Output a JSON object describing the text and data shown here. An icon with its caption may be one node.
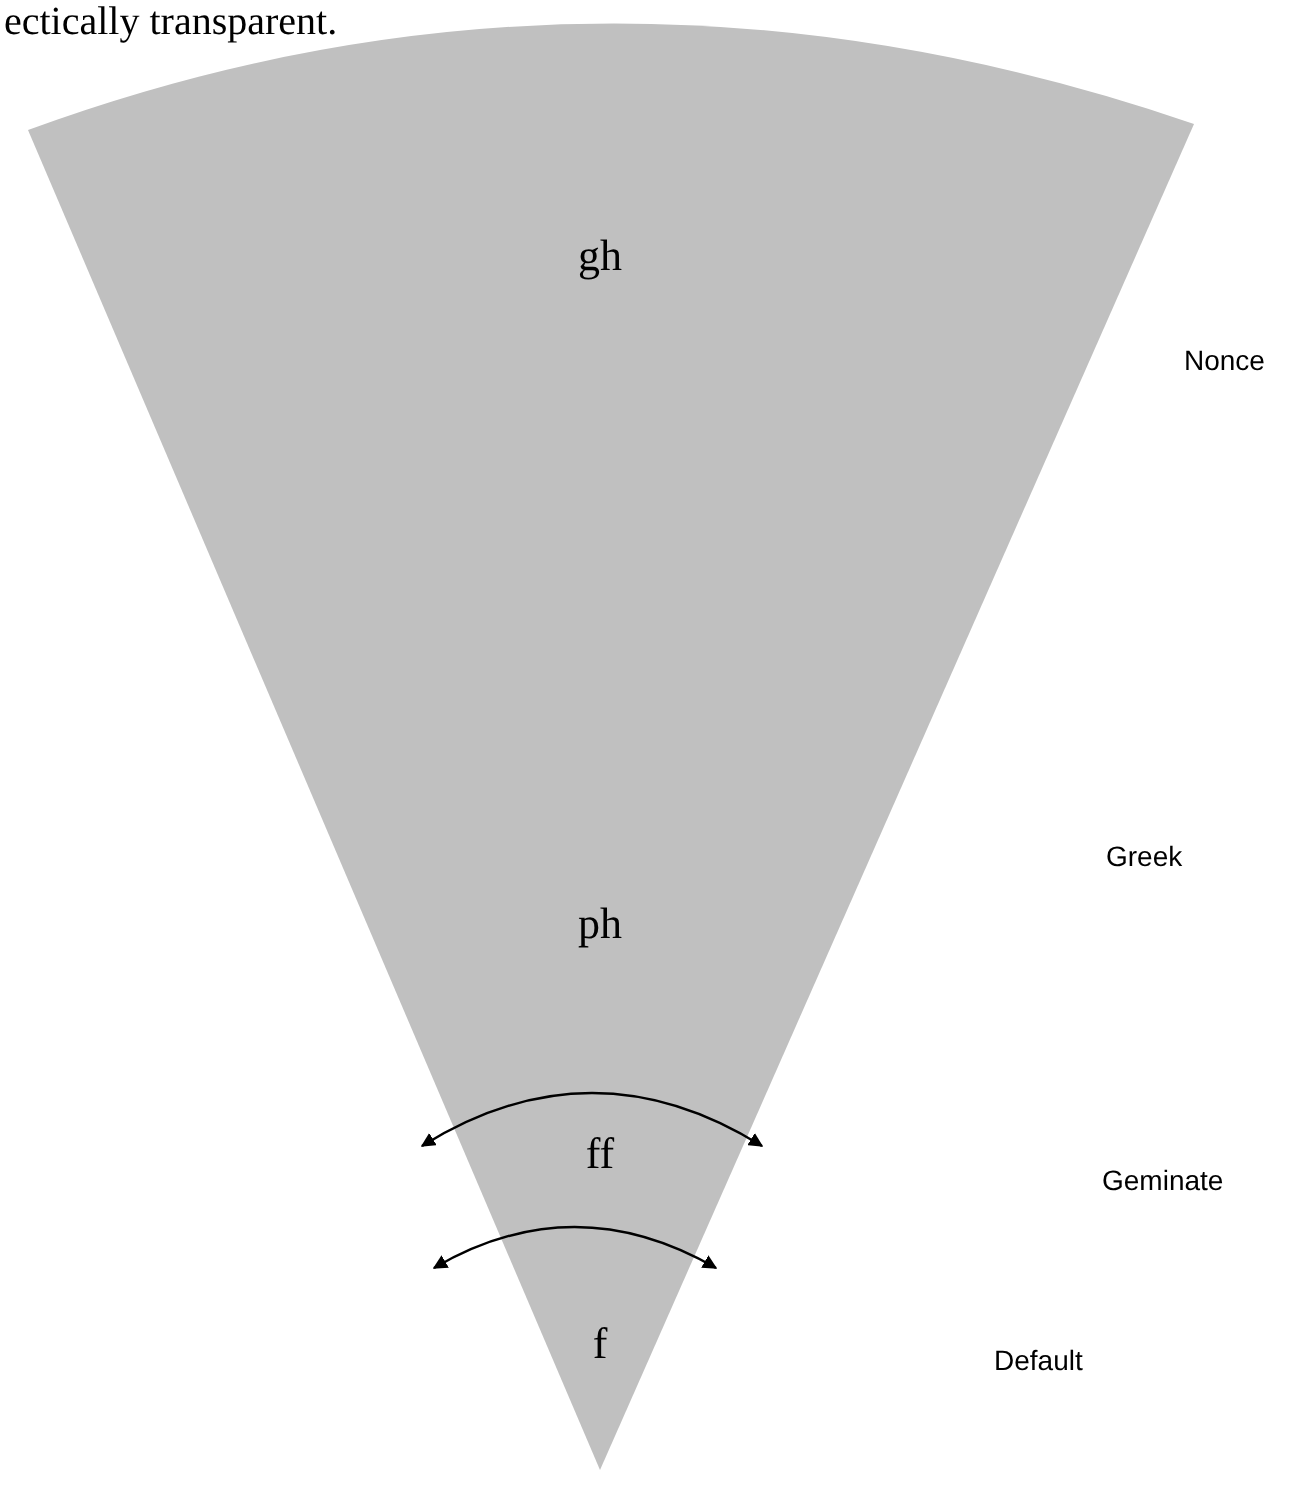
{
  "diagram": {
    "nodes": [
      {
        "text": [
          "gh",
          "ph",
          "ff",
          "f"
        ],
        "beside": [
          "Nonce",
          "Greek",
          "Geminate",
          "Default"
        ]
      }
    ],
    "labels": [
      "ectically transparent."
    ]
  }
}
